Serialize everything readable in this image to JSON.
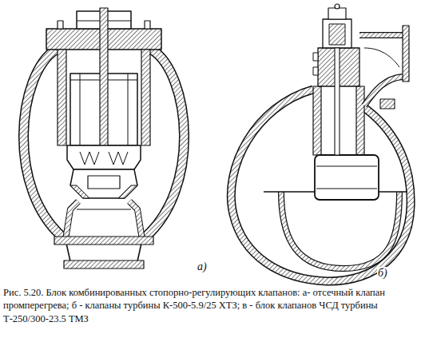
{
  "diagram": {
    "caption": "Рис. 5.20. Блок комбинированных стопорно-регулирующих клапанов: а- отсечный клапан промперегрева; б - клапаны турбины К-500-5.9/25 ХТЗ; в - блок клапанов ЧСД турбины Т-250/300-23.5 ТМЗ",
    "labels": [
      "а)",
      "б)"
    ]
  }
}
